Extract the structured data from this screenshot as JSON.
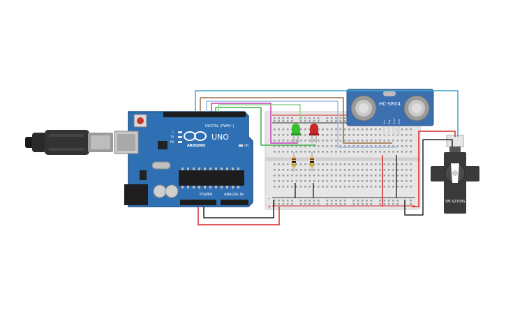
{
  "arduino": {
    "brand": "ARDUINO",
    "model": "UNO",
    "digital_label": "DIGITAL (PWM~)",
    "power_label": "POWER",
    "analog_label": "ANALOG IN",
    "tx_label": "TX",
    "rx_label": "RX",
    "on_label": "ON",
    "l_label": "L"
  },
  "sensor": {
    "name": "HC-SR04",
    "pins": [
      "Vcc",
      "Trig",
      "Echo",
      "Gnd"
    ]
  },
  "servo": {
    "name": "SM-S2309S"
  },
  "breadboard": {
    "plus": "+",
    "minus": "-"
  },
  "colors": {
    "board_blue": "#2f6fb3",
    "breadboard": "#e6e6e6",
    "sensor_blue": "#3c6fb0",
    "wire_cyan": "#3aa3c9",
    "wire_brown": "#9a6b3e",
    "wire_magenta": "#c33bb5",
    "wire_green": "#3cb043",
    "wire_red": "#d62828",
    "wire_black": "#222222",
    "led_green": "#39c02f",
    "led_red": "#c62a2a",
    "servo_body": "#3a3a3a"
  }
}
